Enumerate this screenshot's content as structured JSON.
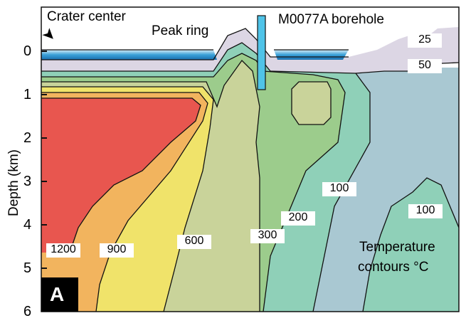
{
  "figure": {
    "panel_label": "A",
    "y_axis": {
      "label": "Depth (km)",
      "ticks": [
        "0",
        "1",
        "2",
        "3",
        "4",
        "5",
        "6"
      ]
    },
    "annotations": {
      "crater_center": "Crater center",
      "peak_ring": "Peak ring",
      "borehole": "M0077A borehole",
      "legend_line1": "Temperature",
      "legend_line2": "contours °C"
    },
    "contour_labels": [
      {
        "id": "c25",
        "text": "25"
      },
      {
        "id": "c50",
        "text": "50"
      },
      {
        "id": "c100a",
        "text": "100"
      },
      {
        "id": "c100b",
        "text": "100"
      },
      {
        "id": "c200",
        "text": "200"
      },
      {
        "id": "c300",
        "text": "300"
      },
      {
        "id": "c600",
        "text": "600"
      },
      {
        "id": "c900",
        "text": "900"
      },
      {
        "id": "c1200",
        "text": "1200"
      }
    ],
    "colors": {
      "water": "#3aa0d8",
      "t25": "#dcd6e4",
      "t50": "#a9c8d2",
      "t100": "#8fd0b8",
      "t200": "#9ccc8c",
      "t300": "#c9d39a",
      "t600": "#f0e36a",
      "t900": "#f2b45e",
      "t1200": "#e8564f",
      "borehole": "#4fc3e8"
    }
  }
}
